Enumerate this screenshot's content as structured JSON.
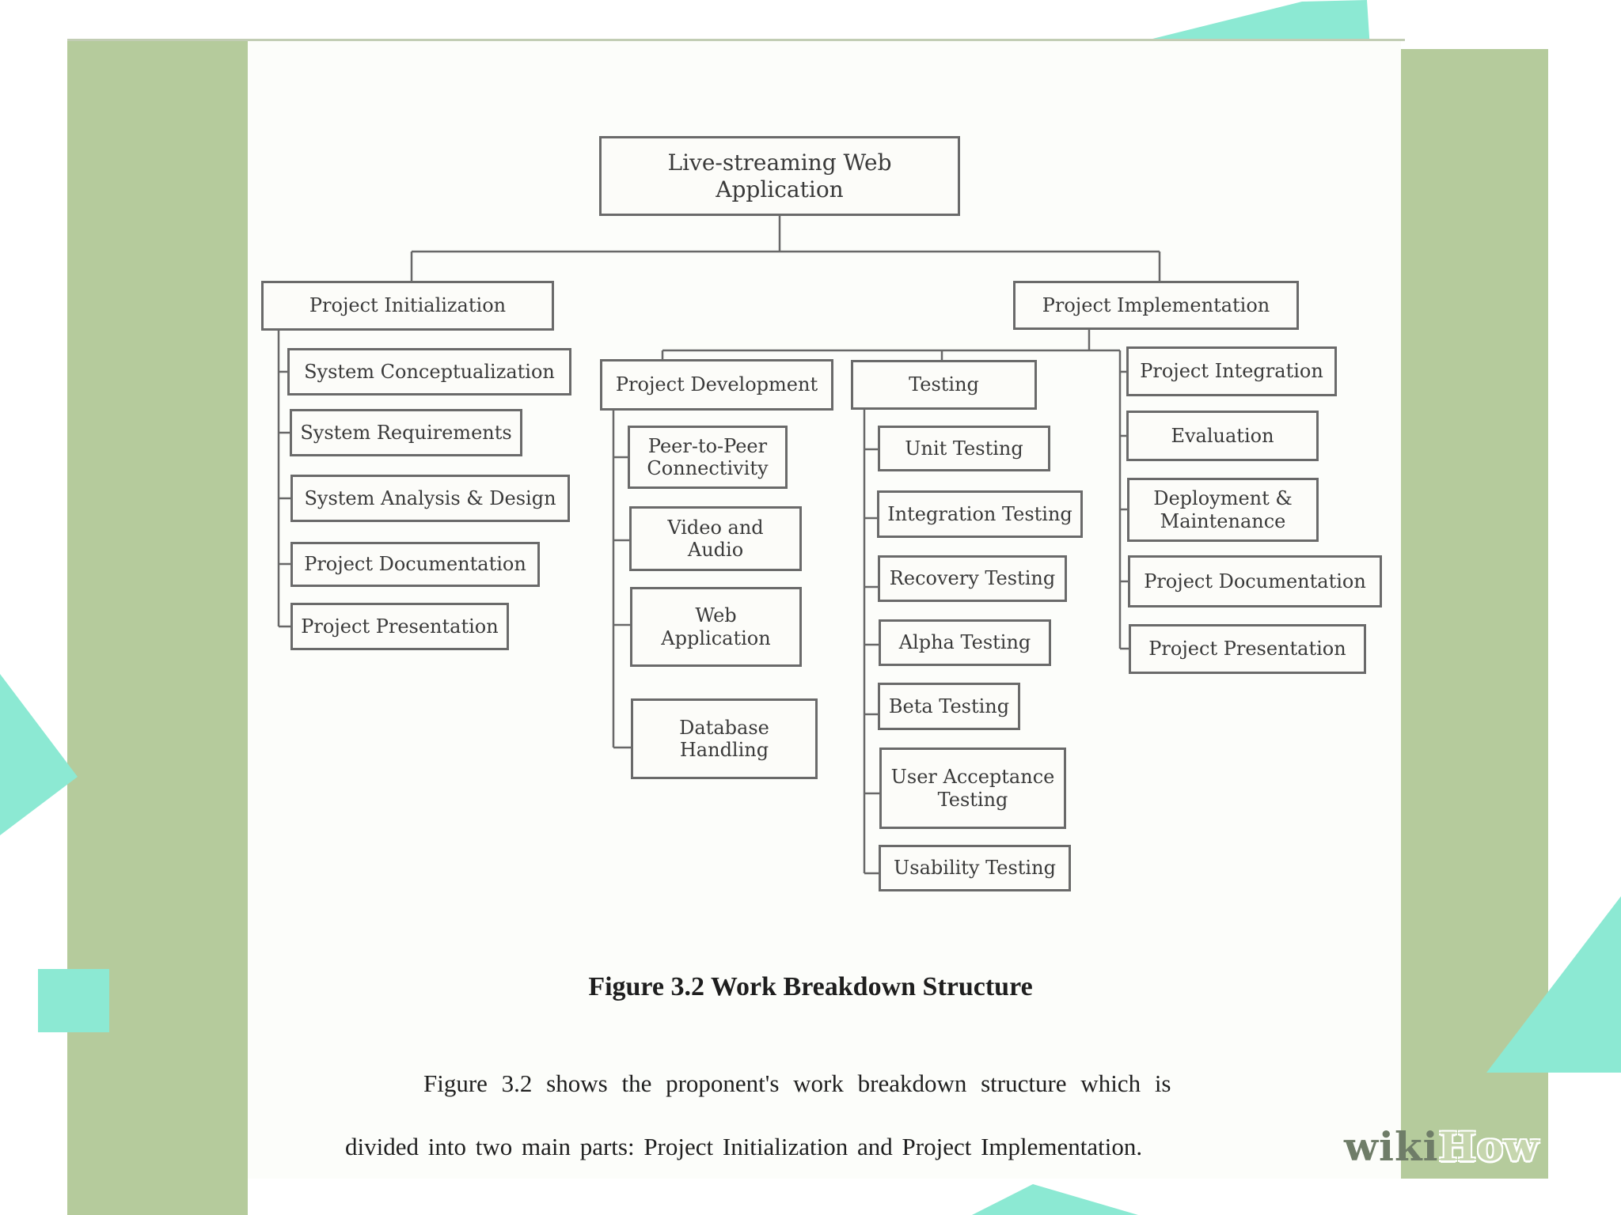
{
  "page": {
    "caption": "Figure 3.2 Work Breakdown Structure",
    "body_line1": "Figure 3.2 shows the proponent's work breakdown structure which is",
    "body_line2": "divided into two main parts: Project Initialization and Project Implementation.",
    "watermark_wiki": "wiki",
    "watermark_how": "How"
  },
  "wbs": {
    "root": "Live-streaming Web Application",
    "init": {
      "label": "Project Initialization",
      "children": [
        "System Conceptualization",
        "System Requirements",
        "System Analysis & Design",
        "Project Documentation",
        "Project Presentation"
      ]
    },
    "impl": {
      "label": "Project Implementation",
      "children": [
        "Project Integration",
        "Evaluation",
        "Deployment & Maintenance",
        "Project Documentation",
        "Project Presentation"
      ]
    },
    "dev": {
      "label": "Project Development",
      "children": [
        "Peer-to-Peer Connectivity",
        "Video and Audio",
        "Web Application",
        "Database Handling"
      ]
    },
    "testing": {
      "label": "Testing",
      "children": [
        "Unit Testing",
        "Integration Testing",
        "Recovery Testing",
        "Alpha Testing",
        "Beta Testing",
        "User Acceptance Testing",
        "Usability Testing"
      ]
    }
  },
  "colors": {
    "band_green": "#b5cb9c",
    "teal_accent": "#8ce9d3",
    "box_border": "#6a6a6a",
    "connector": "#686868",
    "box_text": "#3a3a3a"
  }
}
